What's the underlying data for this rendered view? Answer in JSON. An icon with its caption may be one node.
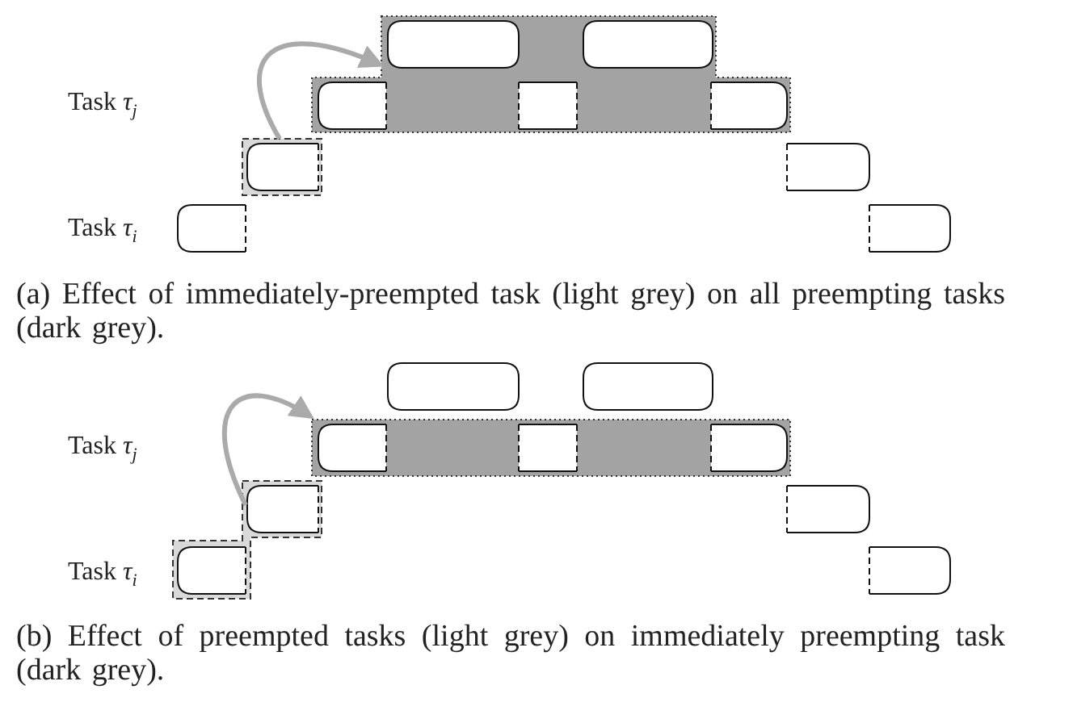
{
  "diagram": {
    "nodes": [
      {
        "text": [],
        "shape": "box"
      },
      {
        "text": [],
        "shape": "box"
      },
      {
        "text": [],
        "shape": "box"
      },
      {
        "text": [],
        "shape": "box"
      }
    ],
    "edges": [
      {
        "from": 0,
        "to": 1,
        "arrow": "to"
      },
      {
        "from": 2,
        "to": 3,
        "arrow": "to"
      }
    ],
    "labels": [
      "Task *τ*$_{j}$",
      "Task *τ*$_{i}$",
      "(a) Effect of immediately-preempted task (light grey) on all preempting tasks (dark grey).",
      "Task *τ*$_{j}$",
      "Task *τ*$_{i}$",
      "(b) Effect of preempted tasks (light grey) on immediately preempting task (dark grey)."
    ]
  }
}
